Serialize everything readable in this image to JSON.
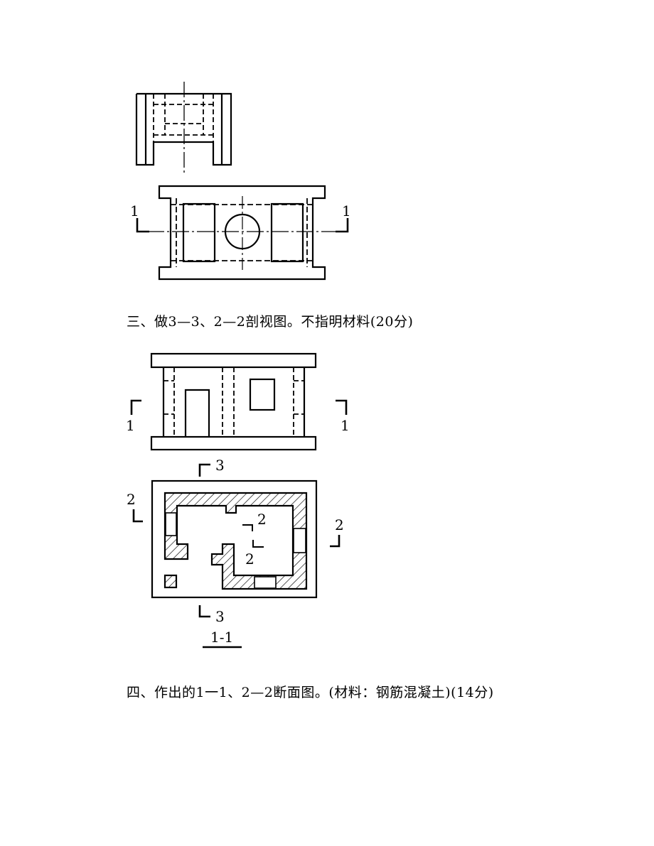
{
  "questions": {
    "q3": "三、做3—3、2—2剖视图。不指明材料(20分)",
    "q4": "四、作出的1一1、2—2断面图。(材料：钢筋混凝土)(14分)"
  },
  "fig1_labels": {
    "left": "1",
    "right": "1"
  },
  "fig2_labels": {
    "elev_left": "1",
    "elev_right": "1",
    "plan_top": "3",
    "plan_bottom": "3",
    "plan_left": "2",
    "plan_right": "2",
    "inner_upper": "2",
    "inner_lower": "2",
    "plan_caption": "1-1"
  }
}
